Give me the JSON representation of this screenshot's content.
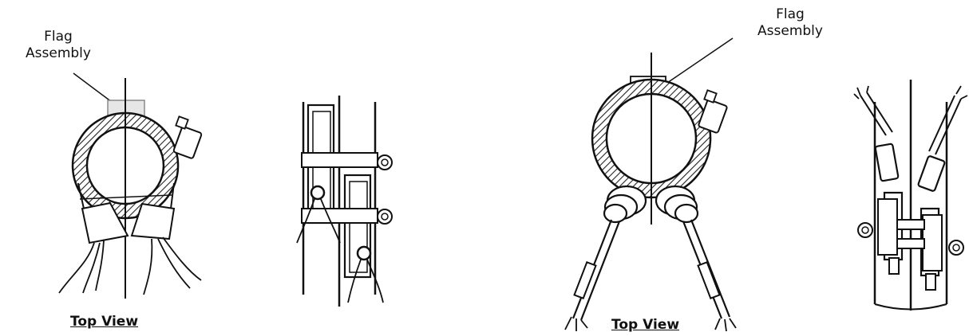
{
  "diagram_left": {
    "callout": {
      "line1": "Flag",
      "line2": "Assembly"
    },
    "caption": "Top View"
  },
  "diagram_right": {
    "callout": {
      "line1": "Flag",
      "line2": "Assembly"
    },
    "caption": "Top View"
  }
}
